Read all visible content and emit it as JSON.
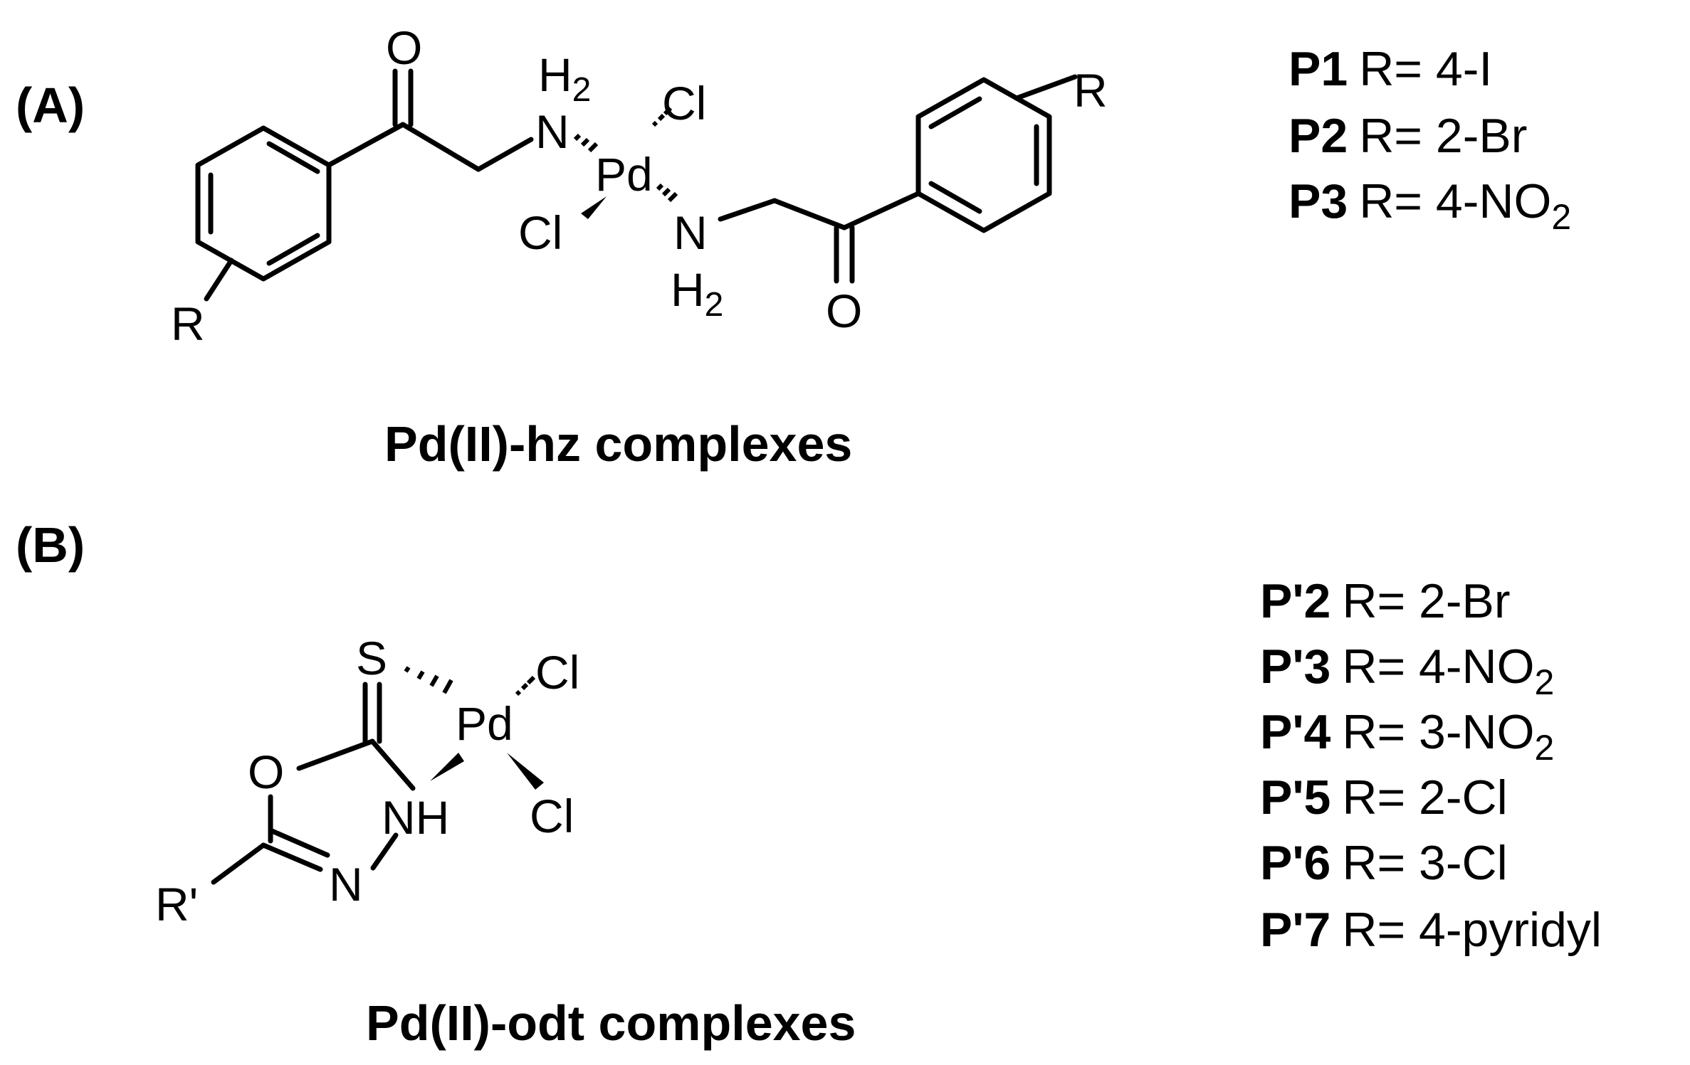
{
  "panel_a": {
    "label": "(A)",
    "caption": "Pd(II)-hz complexes",
    "atoms": {
      "o_top": "O",
      "h2_top": "H",
      "h2_top_sub": "2",
      "n_left": "N",
      "pd": "Pd",
      "cl_top": "Cl",
      "cl_left": "Cl",
      "n_right": "N",
      "h2_bottom": "H",
      "h2_bottom_sub": "2",
      "o_bottom": "O",
      "r_left": "R",
      "r_right": "R"
    },
    "legend": [
      {
        "id": "P1",
        "text": "R= 4-I",
        "sub": ""
      },
      {
        "id": "P2",
        "text": "R= 2-Br",
        "sub": ""
      },
      {
        "id": "P3",
        "text": "R= 4-NO",
        "sub": "2"
      }
    ]
  },
  "panel_b": {
    "label": "(B)",
    "caption": "Pd(II)-odt complexes",
    "atoms": {
      "s": "S",
      "pd": "Pd",
      "cl_top": "Cl",
      "cl_bottom": "Cl",
      "o": "O",
      "nh": "NH",
      "n": "N",
      "r_prime": "R'"
    },
    "legend": [
      {
        "id": "P'2",
        "text": "R= 2-Br",
        "sub": ""
      },
      {
        "id": "P'3",
        "text": "R= 4-NO",
        "sub": "2"
      },
      {
        "id": "P'4",
        "text": "R= 3-NO",
        "sub": "2"
      },
      {
        "id": "P'5",
        "text": "R= 2-Cl",
        "sub": ""
      },
      {
        "id": "P'6",
        "text": "R= 3-Cl",
        "sub": ""
      },
      {
        "id": "P'7",
        "text": "R= 4-pyridyl",
        "sub": ""
      }
    ]
  }
}
